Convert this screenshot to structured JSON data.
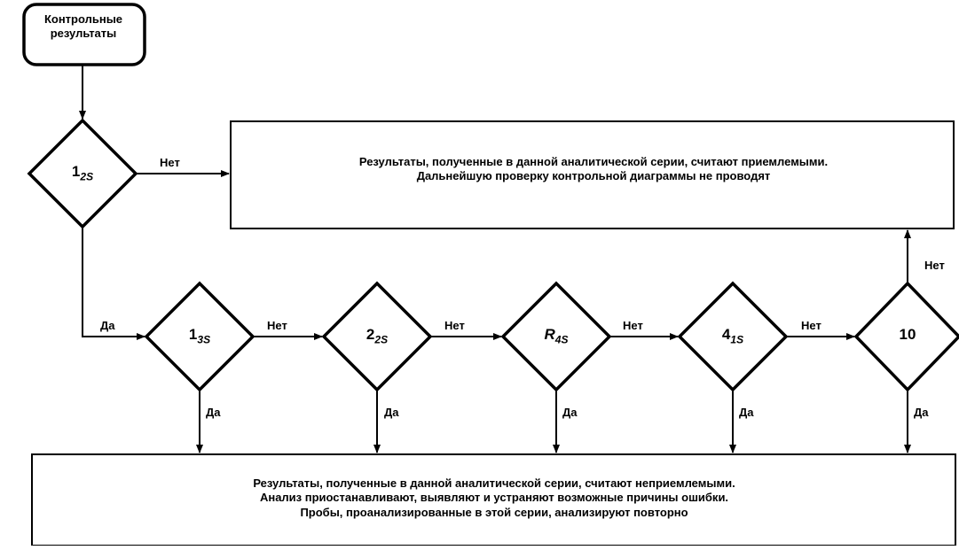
{
  "start": {
    "line1": "Контрольные",
    "line2": "результаты"
  },
  "accept_box": {
    "line1": "Результаты, полученные в данной аналитической серии, считают приемлемыми.",
    "line2": "Дальнейшую проверку контрольной диаграммы не проводят"
  },
  "reject_box": {
    "line1": "Результаты, полученные в данной аналитической серии, считают неприемлемыми.",
    "line2": "Анализ приостанавливают, выявляют и устраняют возможные причины ошибки.",
    "line3": "Пробы, проанализированные в этой серии, анализируют повторно"
  },
  "rules": [
    {
      "main": "1",
      "sub": "2S"
    },
    {
      "main": "1",
      "sub": "3S"
    },
    {
      "main": "2",
      "sub": "2S"
    },
    {
      "main": "R",
      "sub": "4S"
    },
    {
      "main": "4",
      "sub": "1S"
    },
    {
      "main": "10",
      "sub": ""
    }
  ],
  "labels": {
    "yes": "Да",
    "no": "Нет"
  }
}
